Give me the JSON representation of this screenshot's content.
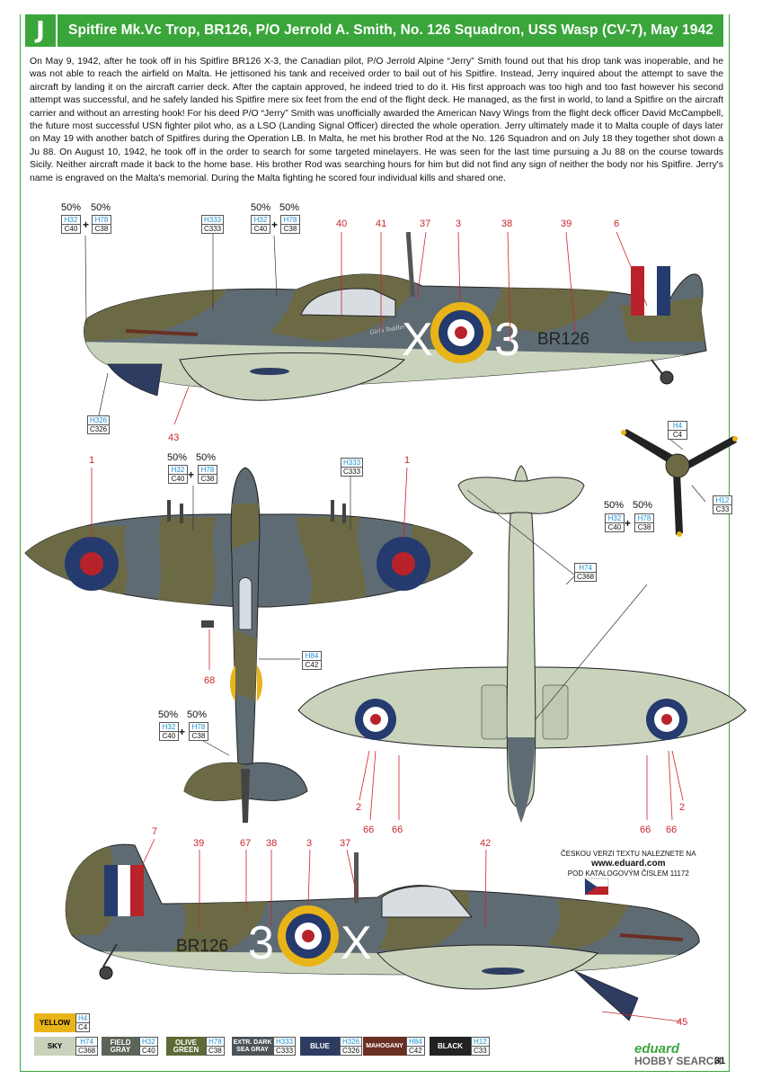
{
  "header": {
    "letter": "J",
    "title": "Spitfire Mk.Vc Trop, BR126, P/O Jerrold A. Smith, No. 126 Squadron, USS Wasp (CV-7), May 1942"
  },
  "story": "On May 9, 1942, after he took off in his Spitfire BR126 X-3, the Canadian pilot, P/O Jerrold Alpine “Jerry” Smith found out that his drop tank was inoperable, and he was not able to reach the airfield on Malta. He jettisoned his tank and received order to bail out of his Spitfire. Instead, Jerry inquired about the attempt to save the aircraft by landing it on the aircraft carrier deck. After the captain approved, he indeed tried to do it. His first approach was too high and too fast however his second attempt was successful, and he safely landed his Spitfire mere six feet from the end of the flight deck. He managed, as the first in world, to land a Spitfire on the aircraft carrier and without an arresting hook! For his deed P/O “Jerry” Smith was unofficially awarded the American Navy Wings from the flight deck officer David McCampbell, the future most successful USN fighter pilot who, as a LSO (Landing Signal Officer) directed the whole operation. Jerry ultimately made it to Malta couple of days later on May 19 with another batch of Spitfires during the Operation LB. In Malta, he met his brother Rod at the No. 126 Squadron and on July 18 they together shot down a Ju 88. On August 10, 1942, he took off in the order to search for some targeted minelayers. He was seen for the last time pursuing a Ju 88 on the course towards Sicily. Neither aircraft made it back to the home base. His brother Rod was searching hours for him but did not find any sign of neither the body nor his Spitfire. Jerry's name is engraved on the Malta's memorial. During the Malta fighting he scored four individual kills and shared one.",
  "codes": {
    "h32": "H32",
    "c40": "C40",
    "h78": "H78",
    "c38": "C38",
    "h333": "H333",
    "c333": "C333",
    "h326": "H326",
    "c326": "C326",
    "h4": "H4",
    "c4": "C4",
    "h12": "H12",
    "c33": "C33",
    "h74": "H74",
    "c368": "C368",
    "h84": "H84",
    "c42": "C42"
  },
  "pct": "50%",
  "plus": "+",
  "markings": {
    "code_letter": "X",
    "code_number": "3",
    "serial": "BR126",
    "nose_art": "Girl's Toddler"
  },
  "callouts": {
    "c40": "40",
    "c41": "41",
    "c37": "37",
    "c3": "3",
    "c38": "38",
    "c39": "39",
    "c6": "6",
    "c43": "43",
    "c1": "1",
    "c68": "68",
    "c2": "2",
    "c66": "66",
    "c7": "7",
    "c67": "67",
    "c42": "42",
    "c45": "45"
  },
  "czech": {
    "line1": "ČESKOU VERZI TEXTU NALEZNETE NA",
    "line2": "www.eduard.com",
    "line3": "POD KATALOGOVÝM ČISLEM 11172"
  },
  "legend": [
    {
      "name": "YELLOW",
      "h": "H4",
      "c": "C4",
      "color": "#e8b418",
      "text": "#000000"
    },
    {
      "name": "SKY",
      "h": "H74",
      "c": "C368",
      "color": "#c9d3bc",
      "text": "#000000"
    },
    {
      "name": "FIELD GRAY",
      "h": "H32",
      "c": "C40",
      "color": "#5c6357",
      "text": "#ffffff"
    },
    {
      "name": "OLIVE GREEN",
      "h": "H78",
      "c": "C38",
      "color": "#5d6a37",
      "text": "#ffffff"
    },
    {
      "name": "EXTR. DARK SEA GRAY",
      "h": "H333",
      "c": "C333",
      "color": "#4d5459",
      "text": "#ffffff"
    },
    {
      "name": "BLUE",
      "h": "H326",
      "c": "C326",
      "color": "#2f3c62",
      "text": "#ffffff"
    },
    {
      "name": "MAHOGANY",
      "h": "H84",
      "c": "C42",
      "color": "#6a2f24",
      "text": "#ffffff"
    },
    {
      "name": "BLACK",
      "h": "H12",
      "c": "C33",
      "color": "#222222",
      "text": "#ffffff"
    }
  ],
  "brand": {
    "logo": "eduard",
    "site": "HOBBY SEARCH",
    "page": "31"
  },
  "colors": {
    "header_green": "#3aa53b",
    "code_cyan": "#1b8fd0",
    "callout_red": "#c8262c",
    "camo_green": "#6b6a45",
    "camo_gray": "#5f6b73",
    "sky": "#c9d3bc",
    "roundel_blue": "#253a6e",
    "roundel_red": "#b8232b",
    "roundel_yellow": "#e8b418"
  }
}
